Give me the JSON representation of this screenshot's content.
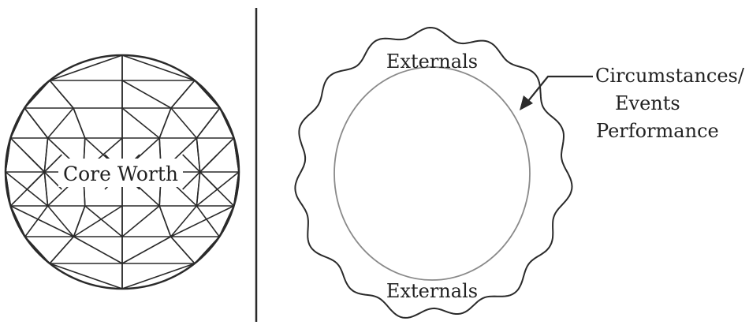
{
  "core": {
    "label": "Core Worth"
  },
  "externals": {
    "top_label": "Externals",
    "bottom_label": "Externals"
  },
  "annotation": {
    "line1": "Circumstances/",
    "line2": "Events",
    "line3": "Performance"
  },
  "colors": {
    "ink": "#2a2a2a",
    "inner_circle": "#8a8a8a",
    "background": "#ffffff"
  }
}
